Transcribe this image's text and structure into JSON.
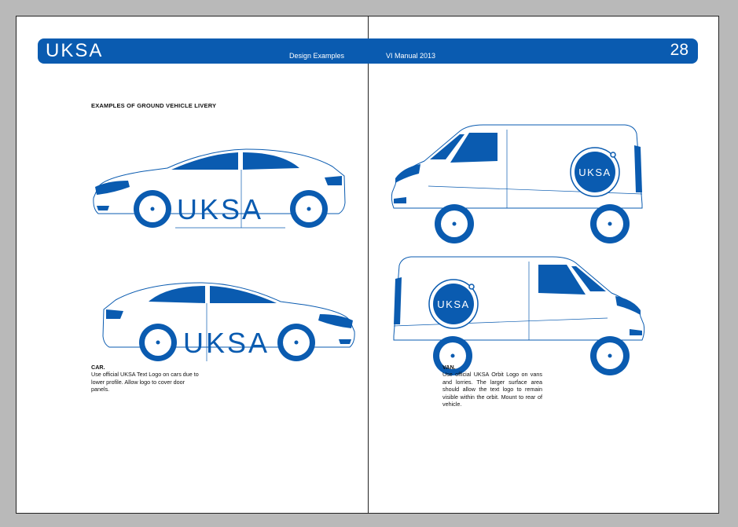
{
  "header": {
    "brand": "UKSA",
    "section": "Design Examples",
    "manual": "VI Manual 2013",
    "page_number": "28"
  },
  "left": {
    "heading": "EXAMPLES OF GROUND VEHICLE LIVERY",
    "car_logo_text": "UKSA",
    "car_caption_title": "CAR.",
    "car_caption_body": "Use official UKSA Text Logo on cars due to lower profile. Allow logo to cover door panels."
  },
  "right": {
    "van_logo_text": "UKSA",
    "van_caption_title": "VAN.",
    "van_caption_body": "Use official UKSA Orbit Logo on vans and lorries. The larger surface area should allow the text logo to remain visible within the orbit. Mount to rear of vehicle."
  },
  "colors": {
    "brand_blue": "#0a5bb0",
    "backdrop": "#b9b9b9",
    "page": "#ffffff"
  }
}
